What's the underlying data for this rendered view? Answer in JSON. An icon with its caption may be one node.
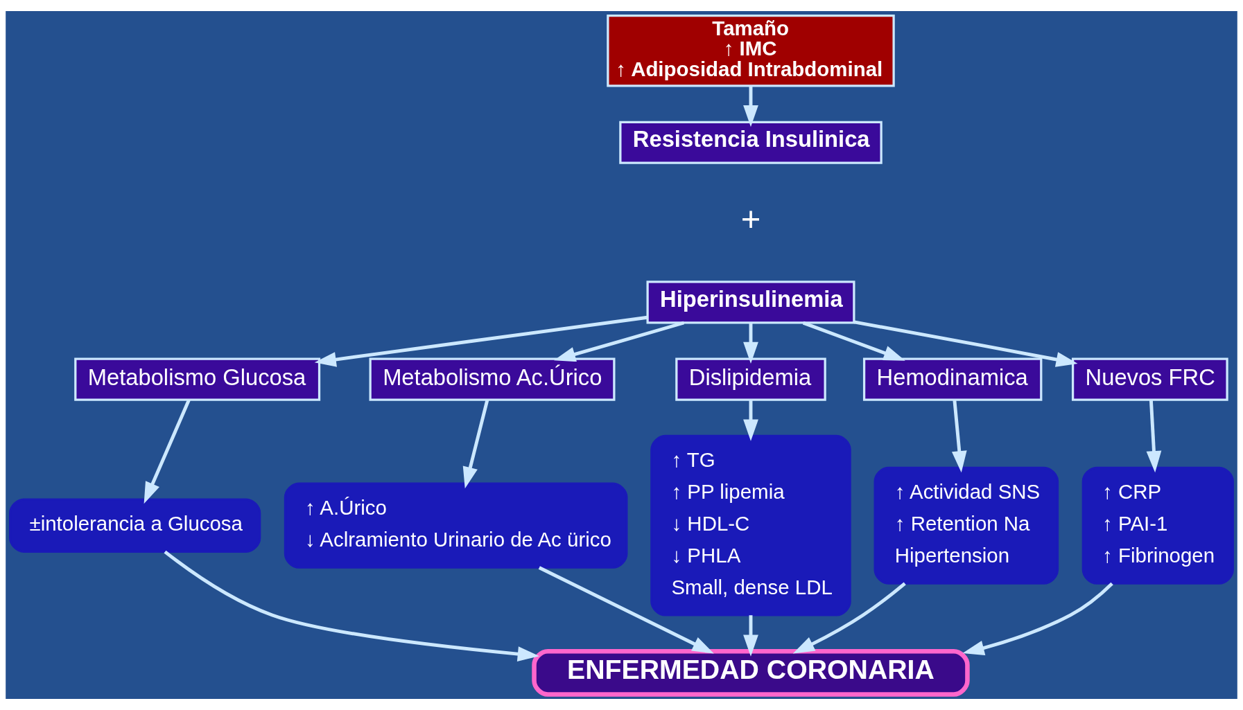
{
  "diagram": {
    "nodes": [
      {
        "text": [
          "Tamaño",
          "↑ IMC",
          "↑ Adiposidad Intrabdominal"
        ]
      },
      {
        "text": [
          "Resistencia Insulinica"
        ]
      },
      {
        "text": [
          "Hiperinsulinemia"
        ]
      },
      {
        "text": [
          "Metabolismo Glucosa"
        ]
      },
      {
        "text": [
          "Metabolismo Ac.Úrico"
        ]
      },
      {
        "text": [
          "Dislipidemia"
        ]
      },
      {
        "text": [
          "Hemodinamica"
        ]
      },
      {
        "text": [
          "Nuevos FRC"
        ]
      },
      {
        "text": [
          "±intolerancia a Glucosa"
        ]
      },
      {
        "text": [
          "↑ A.Úrico",
          "↓ Aclramiento Urinario de Ac ürico"
        ]
      },
      {
        "text": [
          "↑ TG",
          "↑ PP lipemia",
          "↓ HDL-C",
          "↓ PHLA",
          "Small, dense LDL"
        ]
      },
      {
        "text": [
          "↑ Actividad SNS",
          "↑ Retention Na",
          "Hipertension"
        ]
      },
      {
        "text": [
          "↑ CRP",
          "↑ PAI-1",
          "↑ Fibrinogen"
        ]
      },
      {
        "text": [
          "ENFERMEDAD CORONARIA"
        ]
      }
    ],
    "edges": [
      {
        "from": 0,
        "to": 1,
        "arrow": "to"
      },
      {
        "from": 2,
        "to": 3,
        "arrow": "to"
      },
      {
        "from": 2,
        "to": 4,
        "arrow": "to"
      },
      {
        "from": 2,
        "to": 5,
        "arrow": "to"
      },
      {
        "from": 2,
        "to": 6,
        "arrow": "to"
      },
      {
        "from": 2,
        "to": 7,
        "arrow": "to"
      },
      {
        "from": 3,
        "to": 8,
        "arrow": "to"
      },
      {
        "from": 4,
        "to": 9,
        "arrow": "to"
      },
      {
        "from": 5,
        "to": 10,
        "arrow": "to"
      },
      {
        "from": 6,
        "to": 11,
        "arrow": "to"
      },
      {
        "from": 7,
        "to": 12,
        "arrow": "to"
      },
      {
        "from": 8,
        "to": 13,
        "arrow": "to"
      },
      {
        "from": 9,
        "to": 13,
        "arrow": "to"
      },
      {
        "from": 10,
        "to": 13,
        "arrow": "to"
      },
      {
        "from": 11,
        "to": 13,
        "arrow": "to"
      },
      {
        "from": 12,
        "to": 13,
        "arrow": "to"
      }
    ],
    "labels": [
      "+"
    ]
  }
}
